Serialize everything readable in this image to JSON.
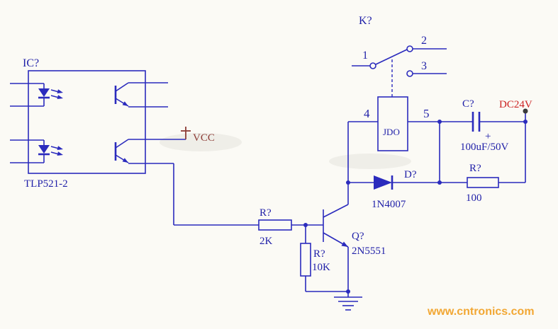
{
  "schematic": {
    "ic": {
      "ref": "IC?",
      "part": "TLP521-2"
    },
    "vcc": {
      "label": "VCC"
    },
    "supply": {
      "label": "DC24V"
    },
    "switch": {
      "ref": "K?",
      "t1": "1",
      "t2": "2",
      "t3": "3"
    },
    "relay": {
      "pin4": "4",
      "pin5": "5",
      "coil": "JDO"
    },
    "capacitor": {
      "ref": "C?",
      "polarity": "+",
      "value": "100uF/50V"
    },
    "diode": {
      "ref": "D?",
      "part": "1N4007"
    },
    "resistor_load": {
      "ref": "R?",
      "value": "100"
    },
    "resistor_base": {
      "ref": "R?",
      "value": "2K"
    },
    "resistor_pulldown": {
      "ref": "R?",
      "value": "10K"
    },
    "transistor": {
      "ref": "Q?",
      "part": "2N5551"
    }
  },
  "watermark": "www.cntronics.com",
  "colors": {
    "wire": "#2b2bbd",
    "label": "#1f1fa8",
    "supply_red": "#cc2222",
    "vcc_red": "#8d3b35",
    "watermark_orange": "#f2a733",
    "background": "#fbfaf5"
  }
}
